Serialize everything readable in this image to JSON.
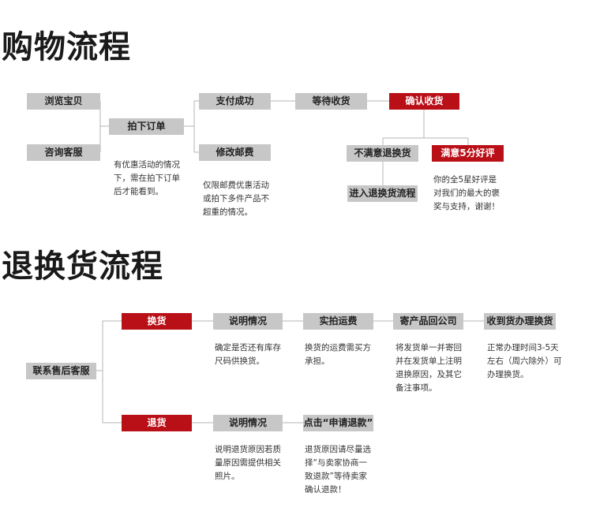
{
  "purchase": {
    "title": "购物流程",
    "steps": {
      "browse": "浏览宝贝",
      "consult": "咨询客服",
      "place_order": "拍下订单",
      "pay_success": "支付成功",
      "modify_postage": "修改邮费",
      "wait_receive": "等待收货",
      "confirm_receive": "确认收货",
      "not_satisfied": "不满意退换货",
      "satisfied": "满意5分好评",
      "enter_return": "进入退换货流程"
    },
    "notes": {
      "place_order": "有优惠活动的情况\n下，需在拍下订单\n后才能看到。",
      "modify_postage": "仅限邮费优惠活动\n或拍下多件产品不\n超重的情况。",
      "satisfied": "你的全5星好评是\n对我们的最大的褒\n奖与支持，谢谢！"
    }
  },
  "returns": {
    "title": "退换货流程",
    "contact": "联系售后客服",
    "exchange": {
      "label": "换货",
      "steps": [
        "说明情况",
        "实拍运费",
        "寄产品回公司",
        "收到货办理换货"
      ],
      "notes": [
        "确定是否还有库存\n尺码供换货。",
        "换货的运费需买方\n承担。",
        "将发货单一并寄回\n并在发货单上注明\n退换原因，及其它\n备注事项。",
        "正常办理时间3-5天\n左右（周六除外）可\n办理换货。"
      ]
    },
    "refund": {
      "label": "退货",
      "steps": [
        "说明情况",
        "点击“申请退款”"
      ],
      "notes": [
        "说明退货原因若质\n量原因需提供相关\n照片。",
        "退货原因请尽量选\n择“与卖家协商一\n致退款”等待卖家\n确认退款！"
      ]
    }
  }
}
